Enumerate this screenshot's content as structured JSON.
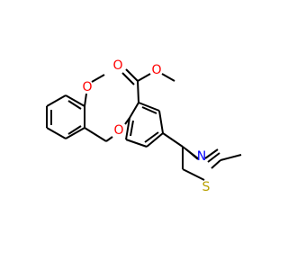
{
  "molecule": {
    "atoms": [
      {
        "id": "O_methoxy",
        "label": "O",
        "color": "#ff0000"
      },
      {
        "id": "O_ester_carbonyl",
        "label": "O",
        "color": "#ff0000"
      },
      {
        "id": "O_ester_link",
        "label": "O",
        "color": "#ff0000"
      },
      {
        "id": "O_ether",
        "label": "O",
        "color": "#ff0000"
      },
      {
        "id": "N_thiazole",
        "label": "N",
        "color": "#0000ff"
      },
      {
        "id": "S_thiazole",
        "label": "S",
        "color": "#b8a000"
      }
    ],
    "bond_color": "#000000"
  }
}
